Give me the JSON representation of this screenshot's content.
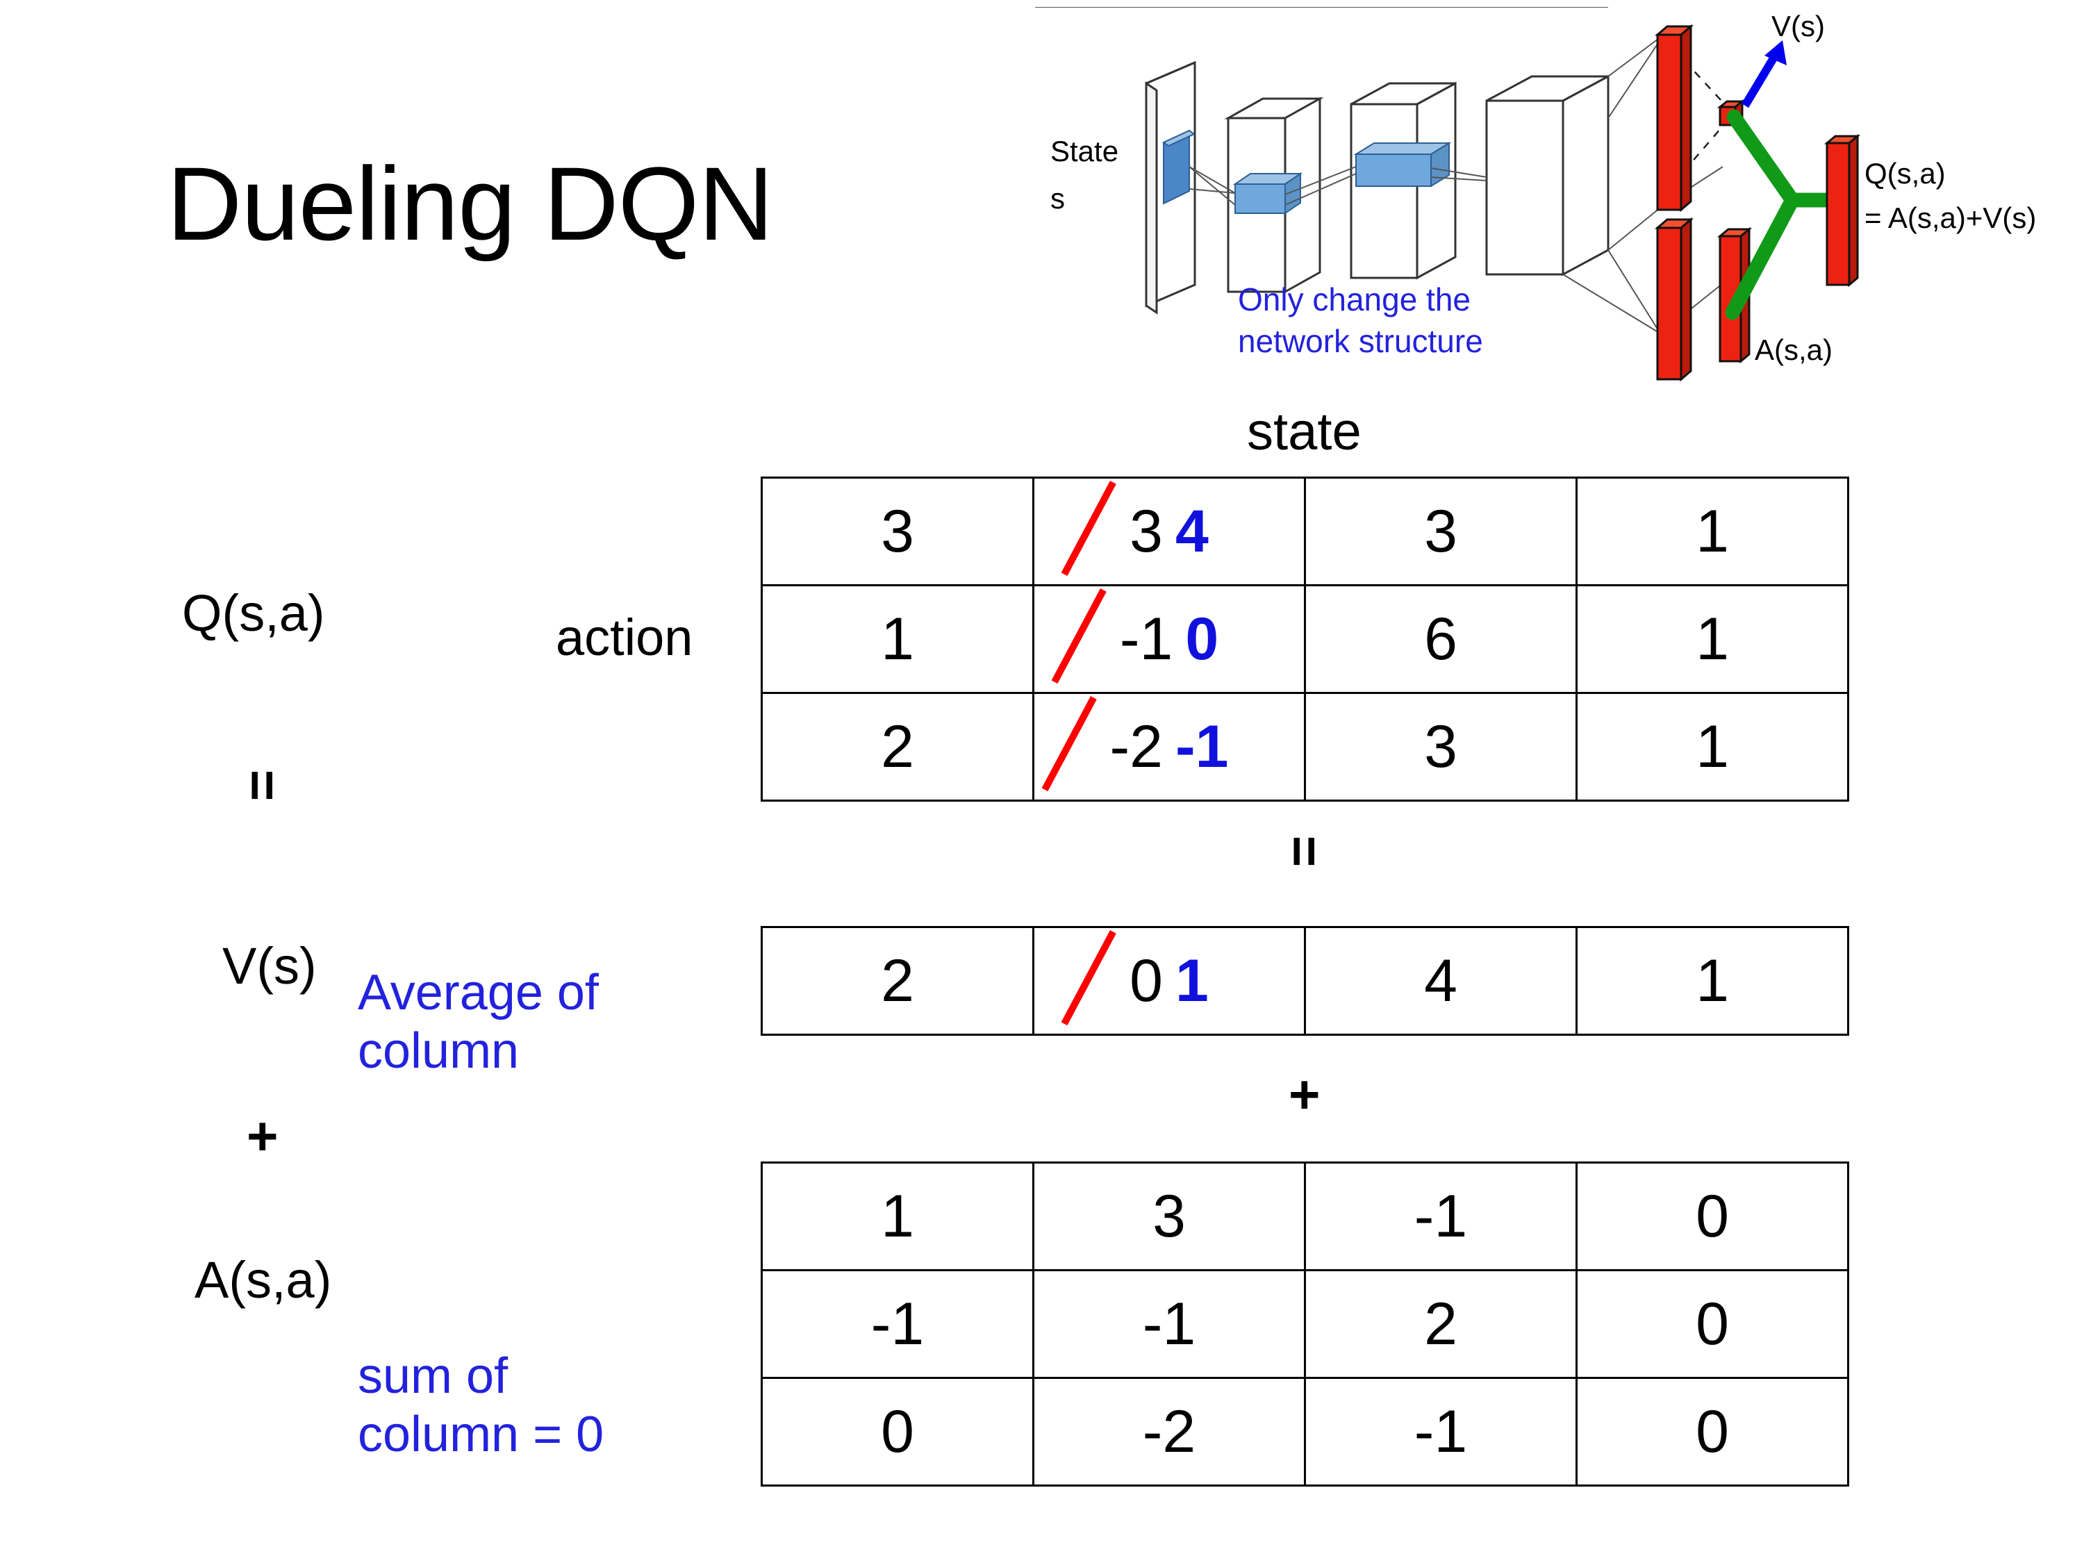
{
  "slide": {
    "title": "Dueling DQN"
  },
  "diagram": {
    "state_label_line1": "State",
    "state_label_line2": "s",
    "note_line1": "Only change the",
    "note_line2": "network structure",
    "v_output_label": "V(s)",
    "a_output_label": "A(s,a)",
    "q_output_line1": "Q(s,a)",
    "q_output_line2": "= A(s,a)+V(s)",
    "colors": {
      "note_blue": "#2222dd",
      "arrow_blue": "#0000ee",
      "bar_red": "#ee2211",
      "merge_green": "#109a18",
      "conv_blue": "#6fa8dc"
    }
  },
  "labels": {
    "state_axis": "state",
    "action_axis": "action",
    "q_label": "Q(s,a)",
    "v_label": "V(s)",
    "a_label": "A(s,a)",
    "equals": "=",
    "plus": "+",
    "avg_note_line1": "Average of",
    "avg_note_line2": "column",
    "sum_note_line1": "sum of",
    "sum_note_line2": "column = 0"
  },
  "chart_data": {
    "type": "table",
    "title": "Dueling DQN value decomposition",
    "xlabel": "state",
    "ylabel": "action",
    "tables": [
      {
        "name": "Q(s,a)",
        "rows": 3,
        "cols": 4,
        "values": [
          [
            3,
            3,
            3,
            1
          ],
          [
            1,
            -1,
            6,
            1
          ],
          [
            2,
            -2,
            3,
            1
          ]
        ],
        "edits": [
          {
            "row": 0,
            "col": 1,
            "old": "3",
            "new": "4"
          },
          {
            "row": 1,
            "col": 1,
            "old": "-1",
            "new": "0"
          },
          {
            "row": 2,
            "col": 1,
            "old": "-2",
            "new": "-1"
          }
        ]
      },
      {
        "name": "V(s)",
        "rows": 1,
        "cols": 4,
        "values": [
          [
            2,
            0,
            4,
            1
          ]
        ],
        "edits": [
          {
            "row": 0,
            "col": 1,
            "old": "0",
            "new": "1"
          }
        ]
      },
      {
        "name": "A(s,a)",
        "rows": 3,
        "cols": 4,
        "values": [
          [
            1,
            3,
            -1,
            0
          ],
          [
            -1,
            -1,
            2,
            0
          ],
          [
            0,
            -2,
            -1,
            0
          ]
        ],
        "edits": []
      }
    ],
    "relations": [
      "Q(s,a) = V(s) + A(s,a)"
    ]
  },
  "q_table": {
    "r0": {
      "c0": "3",
      "c1_old": "3",
      "c1_new": "4",
      "c2": "3",
      "c3": "1"
    },
    "r1": {
      "c0": "1",
      "c1_old": "-1",
      "c1_new": "0",
      "c2": "6",
      "c3": "1"
    },
    "r2": {
      "c0": "2",
      "c1_old": "-2",
      "c1_new": "-1",
      "c2": "3",
      "c3": "1"
    }
  },
  "v_table": {
    "r0": {
      "c0": "2",
      "c1_old": "0",
      "c1_new": "1",
      "c2": "4",
      "c3": "1"
    }
  },
  "a_table": {
    "r0": {
      "c0": "1",
      "c1": "3",
      "c2": "-1",
      "c3": "0"
    },
    "r1": {
      "c0": "-1",
      "c1": "-1",
      "c2": "2",
      "c3": "0"
    },
    "r2": {
      "c0": "0",
      "c1": "-2",
      "c2": "-1",
      "c3": "0"
    }
  }
}
